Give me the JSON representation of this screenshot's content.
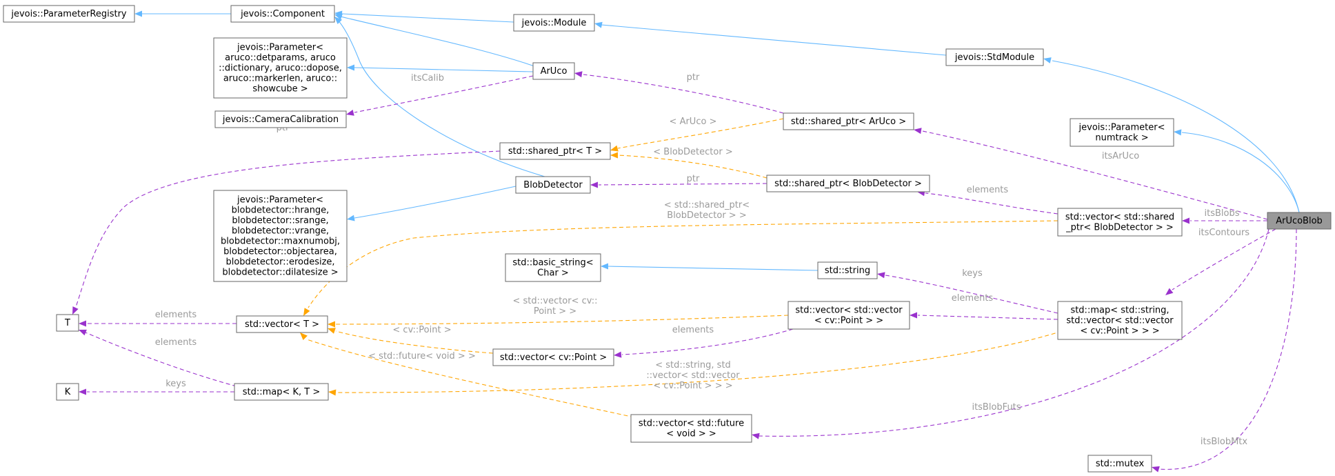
{
  "colors": {
    "inheritance": "#63b8ff",
    "member": "#9a32cd",
    "template": "#ffa500",
    "focus_fill": "#999999",
    "label_text": "#9a9a9a"
  },
  "nodes": [
    {
      "id": "paramreg",
      "lines": [
        "jevois::ParameterRegistry"
      ]
    },
    {
      "id": "component",
      "lines": [
        "jevois::Component"
      ]
    },
    {
      "id": "module",
      "lines": [
        "jevois::Module"
      ]
    },
    {
      "id": "stdmodule",
      "lines": [
        "jevois::StdModule"
      ]
    },
    {
      "id": "param_aruco",
      "lines": [
        "jevois::Parameter<",
        "aruco::detparams, aruco",
        "::dictionary, aruco::dopose,",
        "aruco::markerlen, aruco::",
        "showcube >"
      ]
    },
    {
      "id": "aruco",
      "lines": [
        "ArUco"
      ]
    },
    {
      "id": "camcalib",
      "lines": [
        "jevois::CameraCalibration"
      ]
    },
    {
      "id": "sp_aruco",
      "lines": [
        "std::shared_ptr< ArUco >"
      ]
    },
    {
      "id": "param_numtrack",
      "lines": [
        "jevois::Parameter<",
        "numtrack >"
      ]
    },
    {
      "id": "sp_t",
      "lines": [
        "std::shared_ptr< T >"
      ]
    },
    {
      "id": "blobdetector",
      "lines": [
        "BlobDetector"
      ]
    },
    {
      "id": "sp_blob",
      "lines": [
        "std::shared_ptr< BlobDetector >"
      ]
    },
    {
      "id": "param_blob",
      "lines": [
        "jevois::Parameter<",
        "blobdetector::hrange,",
        "blobdetector::srange,",
        "blobdetector::vrange,",
        "blobdetector::maxnumobj,",
        "blobdetector::objectarea,",
        "blobdetector::erodesize,",
        "blobdetector::dilatesize >"
      ]
    },
    {
      "id": "vec_spblob",
      "lines": [
        "std::vector< std::shared",
        "_ptr< BlobDetector > >"
      ]
    },
    {
      "id": "arucoblob",
      "lines": [
        "ArUcoBlob"
      ]
    },
    {
      "id": "basic_string",
      "lines": [
        "std::basic_string<",
        "Char >"
      ]
    },
    {
      "id": "string",
      "lines": [
        "std::string"
      ]
    },
    {
      "id": "T",
      "lines": [
        "T"
      ]
    },
    {
      "id": "vec_t",
      "lines": [
        "std::vector< T >"
      ]
    },
    {
      "id": "vec_vec_pt",
      "lines": [
        "std::vector< std::vector",
        "< cv::Point > >"
      ]
    },
    {
      "id": "map_contours",
      "lines": [
        "std::map< std::string,",
        "std::vector< std::vector",
        "< cv::Point > > >"
      ]
    },
    {
      "id": "vec_pt",
      "lines": [
        "std::vector< cv::Point >"
      ]
    },
    {
      "id": "K",
      "lines": [
        "K"
      ]
    },
    {
      "id": "map_kt",
      "lines": [
        "std::map< K, T >"
      ]
    },
    {
      "id": "vec_future",
      "lines": [
        "std::vector< std::future",
        "< void > >"
      ]
    },
    {
      "id": "mutex",
      "lines": [
        "std::mutex"
      ]
    }
  ],
  "edge_labels": [
    {
      "id": "l_itsCalib",
      "lines": [
        "itsCalib"
      ]
    },
    {
      "id": "l_ptr_aruco",
      "lines": [
        "ptr"
      ]
    },
    {
      "id": "l_tmpl_aruco",
      "lines": [
        "< ArUco >"
      ]
    },
    {
      "id": "l_ptr_t",
      "lines": [
        "ptr"
      ]
    },
    {
      "id": "l_tmpl_blob",
      "lines": [
        "< BlobDetector >"
      ]
    },
    {
      "id": "l_ptr_blob",
      "lines": [
        "ptr"
      ]
    },
    {
      "id": "l_itsArUco",
      "lines": [
        "itsArUco"
      ]
    },
    {
      "id": "l_elements_spblob",
      "lines": [
        "elements"
      ]
    },
    {
      "id": "l_tmpl_spblob",
      "lines": [
        "< std::shared_ptr<",
        "BlobDetector > >"
      ]
    },
    {
      "id": "l_itsBlobs",
      "lines": [
        "itsBlobs"
      ]
    },
    {
      "id": "l_itsContours",
      "lines": [
        "itsContours"
      ]
    },
    {
      "id": "l_keys_string",
      "lines": [
        "keys"
      ]
    },
    {
      "id": "l_elements_vvp",
      "lines": [
        "elements"
      ]
    },
    {
      "id": "l_tmpl_vecpt",
      "lines": [
        "< std::vector< cv::",
        "Point > >"
      ]
    },
    {
      "id": "l_elements_T",
      "lines": [
        "elements"
      ]
    },
    {
      "id": "l_tmpl_cvpoint",
      "lines": [
        "< cv::Point >"
      ]
    },
    {
      "id": "l_elements_vp",
      "lines": [
        "elements"
      ]
    },
    {
      "id": "l_elements_mapT",
      "lines": [
        "elements"
      ]
    },
    {
      "id": "l_tmpl_future",
      "lines": [
        "< std::future< void > >"
      ]
    },
    {
      "id": "l_tmpl_map",
      "lines": [
        "< std::string, std",
        "::vector< std::vector",
        "< cv::Point > > >"
      ]
    },
    {
      "id": "l_keys_K",
      "lines": [
        "keys"
      ]
    },
    {
      "id": "l_itsBlobFuts",
      "lines": [
        "itsBlobFuts"
      ]
    },
    {
      "id": "l_itsBlobMtx",
      "lines": [
        "itsBlobMtx"
      ]
    }
  ]
}
